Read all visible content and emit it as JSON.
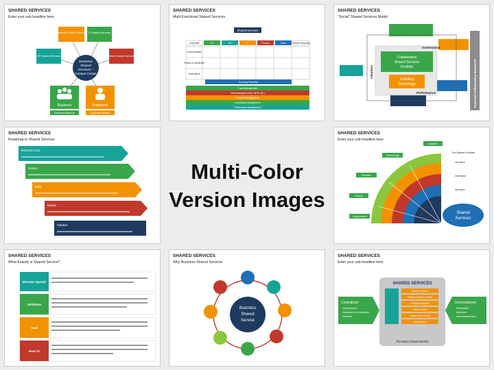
{
  "center_caption": {
    "line1": "Multi-Color",
    "line2": "Version Images"
  },
  "colors": {
    "green": "#3aa64a",
    "teal": "#17a398",
    "orange": "#f39200",
    "red": "#c0392b",
    "blue": "#1f6fb5",
    "navy": "#1e3a5f",
    "gray": "#8c8c8c"
  },
  "slides": [
    {
      "title": "SHARED SERVICES",
      "subtitle": "Enter your sub headline here",
      "hub": {
        "line1": "Business",
        "line2": "Shared",
        "line3": "Services –",
        "line4": "Contact Center"
      },
      "nodes": [
        "Financial Shared Services",
        "IT Shared Services",
        "HR Shared Services",
        "Admin Shared Services"
      ],
      "cards": [
        {
          "label": "Business",
          "caption": "Business Efficiency",
          "icon": "people-icon"
        },
        {
          "label": "Employee",
          "caption": "Employee Service",
          "icon": "person-icon"
        }
      ]
    },
    {
      "title": "SHARED SERVICES",
      "subtitle": "Multi-Functional Shared Services",
      "table_header": "Shared Services",
      "columns": [
        "Corporate",
        "Fin",
        "HR",
        "IT",
        "Procure",
        "Other",
        "Service Requests"
      ],
      "rows": [
        "Control System",
        "Policies & Guidelines",
        "Governance"
      ],
      "bands": [
        "Sourcing Expertise",
        "Case Management",
        "Methodologies (Sc&s, BPIs, etc.)",
        "Process Management",
        "Knowledge Management",
        "Relationship Management"
      ]
    },
    {
      "title": "SHARED SERVICES",
      "subtitle": "\"Social\" Shared Services Model",
      "center_box": [
        "Collaborative",
        "Shared Services",
        "Portfolio"
      ],
      "enabling": [
        "Enabling",
        "Technology"
      ],
      "labels": {
        "governance": "Governance",
        "performance": "Performance",
        "adoption": "Adoption"
      },
      "sidebar": "External Collaborative Research"
    },
    {
      "title": "SHARED SERVICES",
      "subtitle": "Roadmap to Shared Services",
      "steps": [
        "Business Case",
        "Design",
        "Build",
        "Deploy",
        "Stabilize"
      ]
    },
    {
      "title": "SHARED SERVICES",
      "subtitle": "Enter your sub headline here",
      "left_tags": [
        "Location",
        "Technology",
        "Process",
        "People",
        "Organization"
      ],
      "wave_labels": [
        "Pre-Shared Services",
        "1st Wave",
        "2nd Wave",
        "3rd wave"
      ],
      "oval": {
        "line1": "Shared",
        "line2": "Services"
      }
    },
    {
      "title": "SHARED SERVICES",
      "subtitle": "What Exactly is Shared Service?",
      "rows": [
        "Elevator Speech",
        "Definition",
        "Goal",
        "How-To"
      ]
    },
    {
      "title": "SHARED SERVICES",
      "subtitle": "Why Business Shared Services",
      "hub": {
        "line1": "Business",
        "line2": "Shared",
        "line3": "Service"
      }
    },
    {
      "title": "SHARED SERVICES",
      "subtitle": "Enter your sub headline here",
      "header": "SHARED SERVICES",
      "items": [
        "Service Culture",
        "Efficient Delivery Model",
        "Leading Practices",
        "Metric-Driven",
        "Independent Entity",
        "Infrastructure"
      ],
      "footer": "The Best of Both Worlds",
      "left": {
        "title": "Centralized",
        "points": [
          "Unresponsive",
          "Detached from business",
          "Inflexible"
        ]
      },
      "right": {
        "title": "Decentralized",
        "points": [
          "Redundant",
          "Inefficient",
          "Non-standardized"
        ]
      }
    }
  ]
}
